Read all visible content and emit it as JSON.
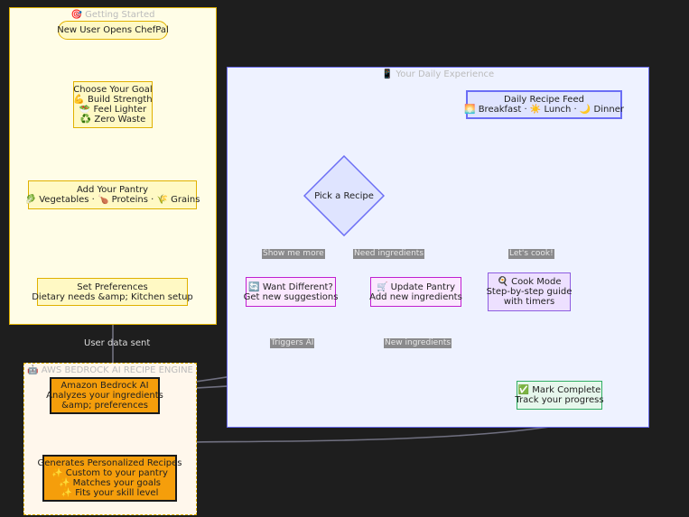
{
  "clusters": {
    "getting_started": {
      "title": "🎯 Getting Started"
    },
    "daily": {
      "title": "📱 Your Daily Experience"
    },
    "engine": {
      "title": "🤖 AWS BEDROCK AI RECIPE ENGINE"
    }
  },
  "nodes": {
    "start": {
      "lines": [
        "New User Opens ChefPal"
      ]
    },
    "goal": {
      "lines": [
        "Choose Your Goal",
        "💪 Build Strength",
        "🥗 Feel Lighter",
        "♻️ Zero Waste"
      ]
    },
    "pantry": {
      "lines": [
        "Add Your Pantry",
        "🥬 Vegetables · 🍗 Proteins · 🌾 Grains"
      ]
    },
    "prefs": {
      "lines": [
        "Set Preferences",
        "Dietary needs &amp; Kitchen setup"
      ]
    },
    "bedrock": {
      "lines": [
        "Amazon Bedrock AI",
        "Analyzes your ingredients",
        "&amp; preferences"
      ]
    },
    "generate": {
      "lines": [
        "Generates Personalized Recipes",
        "✨ Custom to your pantry",
        "✨ Matches your goals",
        "✨ Fits your skill level"
      ]
    },
    "feed": {
      "lines": [
        "Daily Recipe Feed",
        "🌅 Breakfast · ☀️ Lunch · 🌙 Dinner"
      ]
    },
    "pick": {
      "lines": [
        "Pick a Recipe"
      ]
    },
    "different": {
      "lines": [
        "🔄 Want Different?",
        "Get new suggestions"
      ]
    },
    "update": {
      "lines": [
        "🛒 Update Pantry",
        "Add new ingredients"
      ]
    },
    "cook": {
      "lines": [
        "🍳 Cook Mode",
        "Step-by-step guide",
        "with timers"
      ]
    },
    "complete": {
      "lines": [
        "✅ Mark Complete",
        "Track your progress"
      ]
    }
  },
  "edge_labels": {
    "user_data": "User data sent",
    "show_more": "Show me more",
    "need_ing": "Need ingredients",
    "lets_cook": "Let's cook!",
    "triggers": "Triggers AI",
    "new_ing": "New ingredients"
  },
  "colors": {
    "background": "#1e1e1e",
    "yellow_fill": "#fffde7",
    "yellow_node": "#fff9c4",
    "gold_border": "#e0b100",
    "blue_fill": "#eef2ff",
    "blue_border": "#6b6ef5",
    "purple_border": "#c020d0",
    "violet_fill": "#ede0ff",
    "violet_border": "#8e5de0",
    "orange_node": "#f59e0b",
    "green_fill": "#e6f7ec",
    "green_border": "#2fae62",
    "edge": "#707080"
  }
}
